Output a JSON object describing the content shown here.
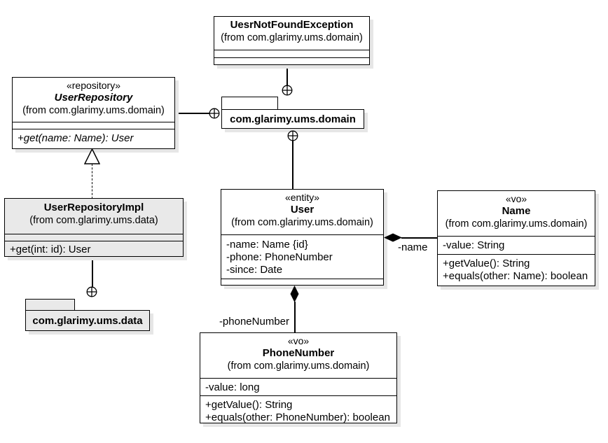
{
  "diagram": {
    "kind": "uml-class-diagram",
    "colors": {
      "background": "#ffffff",
      "box_fill": "#ffffff",
      "impl_fill": "#e9e9e9",
      "border": "#000000",
      "shadow": "#e6e6e6"
    },
    "boxes": {
      "exception": {
        "name": "UesrNotFoundException",
        "from": "(from com.glarimy.ums.domain)"
      },
      "repository": {
        "stereotype": "«repository»",
        "name": "UserRepository",
        "from": "(from com.glarimy.ums.domain)",
        "methods": [
          "+get(name: Name): User"
        ]
      },
      "repository_impl": {
        "name": "UserRepositoryImpl",
        "from": "(from com.glarimy.ums.data)",
        "methods": [
          "+get(int: id): User"
        ]
      },
      "user": {
        "stereotype": "«entity»",
        "name": "User",
        "from": "(from com.glarimy.ums.domain)",
        "attributes": [
          "-name: Name {id}",
          "-phone: PhoneNumber",
          "-since: Date"
        ]
      },
      "name_vo": {
        "stereotype": "«vo»",
        "name": "Name",
        "from": "(from com.glarimy.ums.domain)",
        "attributes": [
          "-value: String"
        ],
        "methods": [
          "+getValue(): String",
          "+equals(other: Name): boolean"
        ]
      },
      "phone_vo": {
        "stereotype": "«vo»",
        "name": "PhoneNumber",
        "from": "(from com.glarimy.ums.domain)",
        "attributes": [
          "-value: long"
        ],
        "methods": [
          "+getValue(): String",
          "+equals(other: PhoneNumber): boolean"
        ]
      }
    },
    "packages": {
      "domain": {
        "name": "com.glarimy.ums.domain"
      },
      "data": {
        "name": "com.glarimy.ums.data"
      }
    },
    "associations": {
      "user_name": {
        "label": "-name",
        "type": "composition"
      },
      "user_phone": {
        "label": "-phoneNumber",
        "type": "composition"
      },
      "impl_repository": {
        "type": "realization"
      }
    }
  }
}
